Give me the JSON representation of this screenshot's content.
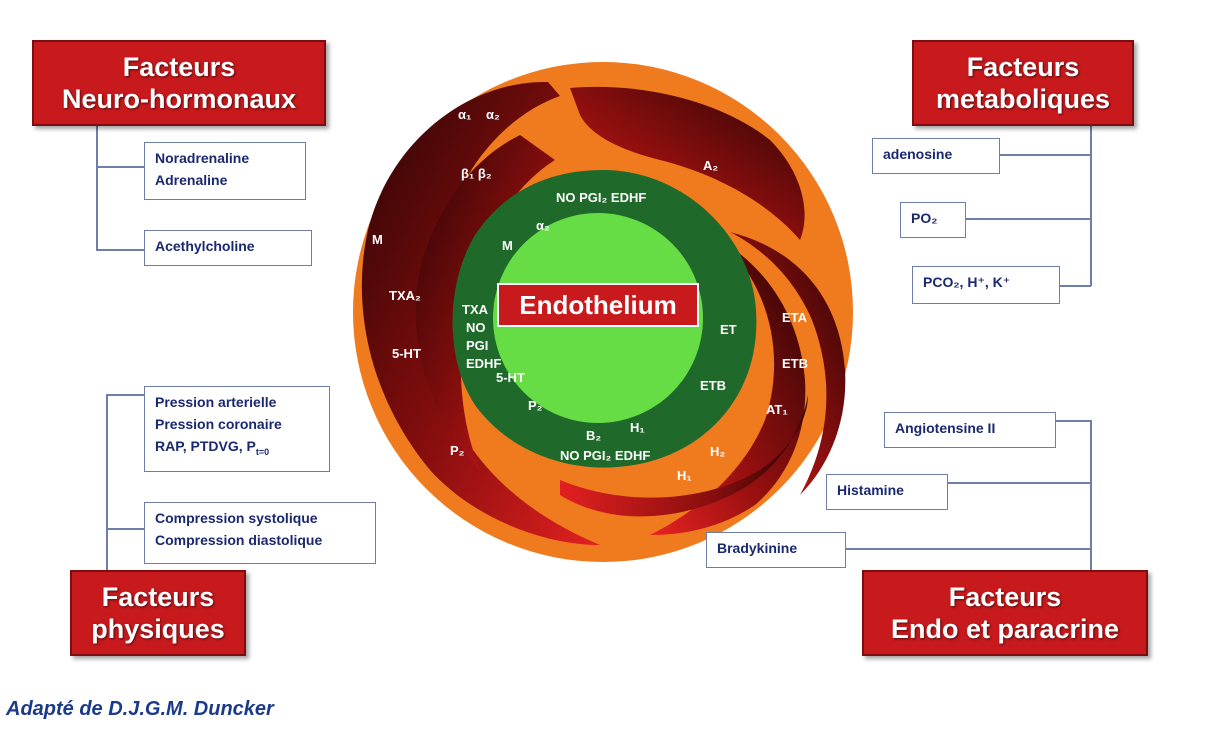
{
  "neuro": {
    "title_line1": "Facteurs",
    "title_line2": "Neuro-hormonaux",
    "box1_line1": "Noradrenaline",
    "box1_line2": "Adrenaline",
    "box2": "Acethylcholine"
  },
  "metabolic": {
    "title_line1": "Facteurs",
    "title_line2": "metaboliques",
    "adenosine": "adenosine",
    "po2": "PO₂",
    "pco2": "PCO₂, H⁺, K⁺"
  },
  "physical": {
    "title_line1": "Facteurs",
    "title_line2": "physiques",
    "box1_line1": "Pression arterielle",
    "box1_line2": "Pression coronaire",
    "box1_line3": "RAP, PTDVG,  P",
    "box1_sub": "t=0",
    "box2_line1": "Compression systolique",
    "box2_line2": "Compression diastolique"
  },
  "endo_paracrine": {
    "title_line1": "Facteurs",
    "title_line2": "Endo et paracrine",
    "angiotensine": "Angiotensine II",
    "histamine": "Histamine",
    "bradykinine": "Bradykinine"
  },
  "center": {
    "title": "Endothelium"
  },
  "receptors": {
    "a1": "α₁",
    "a2": "α₂",
    "b1b2": "β₁ β₂",
    "A2": "A₂",
    "M": "M",
    "TXA2": "TXA₂",
    "HT5": "5-HT",
    "P2": "P₂",
    "ETA": "ETA",
    "ETB": "ETB",
    "AT1": "AT₁",
    "H2": "H₂",
    "H1_outer": "H₁"
  },
  "endo_labels": {
    "top": "NO  PGI₂ EDHF",
    "alpha2": "α₂",
    "M": "M",
    "TXA": "TXA",
    "NO": "NO",
    "PGI": "PGI",
    "EDHF": "EDHF",
    "HT5": "5-HT",
    "P2": "P₂",
    "B2": "B₂",
    "H1": "H₁",
    "bottom": "NO  PGI₂ EDHF",
    "ET": "ET",
    "ETB": "ETB"
  },
  "credit": "Adapté de  D.J.G.M. Duncker",
  "colors": {
    "header_red": "#c8191d",
    "outer_orange": "#f07a1e",
    "dark_red": "#3a0606",
    "endo_dark_green": "#1f6a2a",
    "endo_light_green": "#66dd44",
    "box_border": "#6d7fa8",
    "box_text": "#1a2870"
  }
}
